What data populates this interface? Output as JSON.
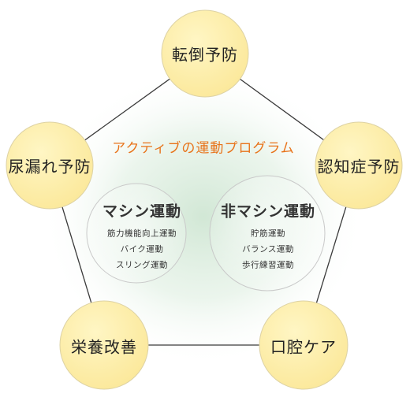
{
  "program_title": "アクティブの運動プログラム",
  "nodes": [
    {
      "label": "転倒予防"
    },
    {
      "label": "認知症予防"
    },
    {
      "label": "口腔ケア"
    },
    {
      "label": "栄養改善"
    },
    {
      "label": "尿漏れ予防"
    }
  ],
  "groups": [
    {
      "title": "マシン運動",
      "items": [
        "筋力機能向上運動",
        "バイク運動",
        "スリング運動"
      ]
    },
    {
      "title": "非マシン運動",
      "items": [
        "貯筋運動",
        "バランス運動",
        "歩行練習運動"
      ]
    }
  ],
  "colors": {
    "node_fill": "#fdeea2",
    "node_stroke": "#d9cfa0",
    "pentagon_stroke": "#3a3a3a",
    "accent": "#e8731a",
    "glow": "#d5ead9"
  }
}
